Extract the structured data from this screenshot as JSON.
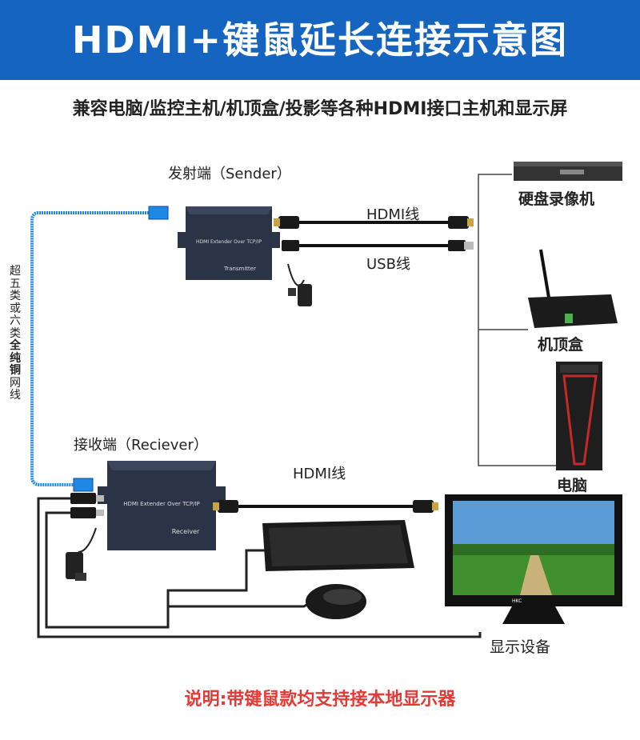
{
  "header": {
    "title": "HDMI+键鼠延长连接示意图",
    "background_color": "#1565c0"
  },
  "subtitle": "兼容电脑/监控主机/机顶盒/投影等各种HDMI接口主机和显示屏",
  "sender": {
    "label": "发射端（Sender）",
    "device_text": "HDMI Extender Over TCP/IP",
    "device_name": "Transmitter"
  },
  "receiver": {
    "label": "接收端（Reciever）",
    "device_text": "HDMI Extender Over TCP/IP",
    "device_name": "Receiver"
  },
  "cables": {
    "hdmi_top": "HDMI线",
    "usb_top": "USB线",
    "hdmi_bottom": "HDMI线"
  },
  "network_cable": [
    "超",
    "五",
    "类",
    "或",
    "六",
    "类",
    "全",
    "纯",
    "铜",
    "网",
    "线"
  ],
  "network_cable_bold": [
    6,
    7,
    8
  ],
  "sources": {
    "dvr": "硬盘录像机",
    "settop": "机顶盒",
    "pc": "电脑"
  },
  "display": {
    "label": "显示设备",
    "brand": "HKC"
  },
  "note": "说明:带键鼠款均支持接本地显示器",
  "colors": {
    "accent": "#1565c0",
    "network_cable": "#1e88e5",
    "note": "#e53935"
  }
}
